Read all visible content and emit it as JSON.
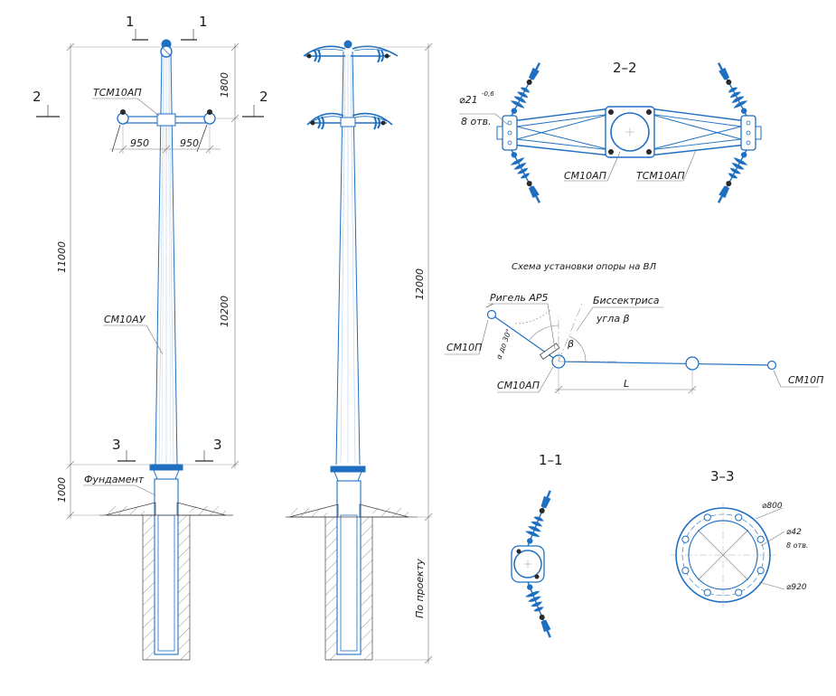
{
  "section_marks": {
    "s1_left": "1",
    "s1_right": "1",
    "s2_left": "2",
    "s2_right": "2",
    "s3_left": "3",
    "s3_right": "3"
  },
  "front_view": {
    "crossarm_label": "ТСМ10АП",
    "arm_left": "950",
    "arm_right": "950",
    "dim_top": "1800",
    "dim_total": "11000",
    "dim_shaft": "10200",
    "dim_foundation": "1000",
    "pole_label": "СМ10АУ",
    "foundation_label": "Фундамент"
  },
  "side_view": {
    "dim_total": "12000",
    "depth_label": "По проекту"
  },
  "section_2_2": {
    "title": "2–2",
    "hole_dia": "⌀21",
    "hole_tol": "-0,6",
    "holes": "8 отв.",
    "pole_label": "СМ10АП",
    "crossarm_label": "ТСМ10АП"
  },
  "scheme": {
    "title": "Схема установки опоры на ВЛ",
    "crossbar": "Ригель АР5",
    "bisector_l1": "Биссектриса",
    "bisector_l2": "угла β",
    "angle_alpha": "α до 30°",
    "angle_beta": "β",
    "left_pole": "СМ10П",
    "main_pole": "СМ10АП",
    "span": "L",
    "right_pole": "СМ10П"
  },
  "section_1_1": {
    "title": "1–1"
  },
  "section_3_3": {
    "title": "3–3",
    "dia_inner": "⌀800",
    "dia_hole": "⌀42",
    "holes": "8 отв.",
    "dia_outer": "⌀920"
  }
}
